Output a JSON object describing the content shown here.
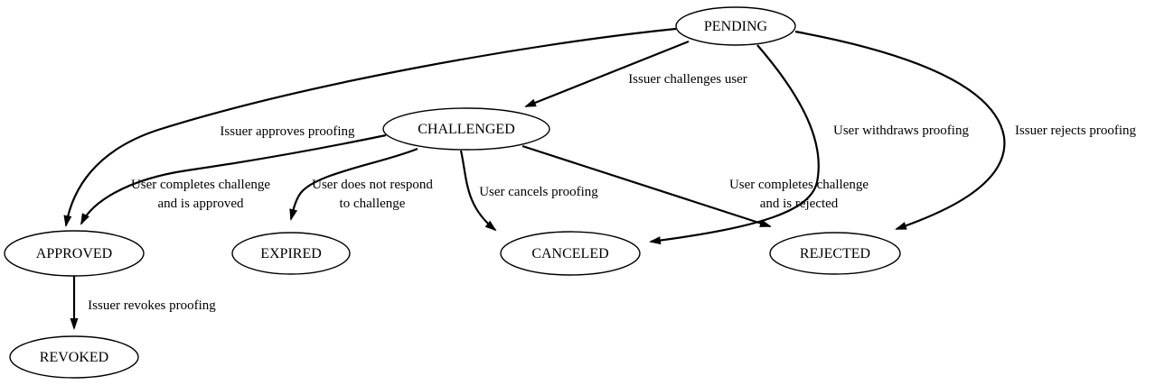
{
  "diagram": {
    "type": "state-machine",
    "background_color": "#ffffff",
    "line_color": "#000000",
    "text_color": "#000000",
    "nodes": [
      {
        "id": "pending",
        "label": "PENDING"
      },
      {
        "id": "challenged",
        "label": "CHALLENGED"
      },
      {
        "id": "approved",
        "label": "APPROVED"
      },
      {
        "id": "expired",
        "label": "EXPIRED"
      },
      {
        "id": "canceled",
        "label": "CANCELED"
      },
      {
        "id": "rejected",
        "label": "REJECTED"
      },
      {
        "id": "revoked",
        "label": "REVOKED"
      }
    ],
    "edges": [
      {
        "from": "PENDING",
        "to": "CHALLENGED",
        "label_lines": [
          "Issuer challenges user"
        ]
      },
      {
        "from": "PENDING",
        "to": "APPROVED",
        "label_lines": [
          "Issuer approves proofing"
        ]
      },
      {
        "from": "PENDING",
        "to": "CANCELED",
        "label_lines": [
          "User withdraws proofing"
        ]
      },
      {
        "from": "PENDING",
        "to": "REJECTED",
        "label_lines": [
          "Issuer rejects proofing"
        ]
      },
      {
        "from": "CHALLENGED",
        "to": "APPROVED",
        "label_lines": [
          "User completes challenge",
          "and is approved"
        ]
      },
      {
        "from": "CHALLENGED",
        "to": "EXPIRED",
        "label_lines": [
          "User does not respond",
          "to challenge"
        ]
      },
      {
        "from": "CHALLENGED",
        "to": "CANCELED",
        "label_lines": [
          "User cancels proofing"
        ]
      },
      {
        "from": "CHALLENGED",
        "to": "REJECTED",
        "label_lines": [
          "User completes challenge",
          "and is rejected"
        ]
      },
      {
        "from": "APPROVED",
        "to": "REVOKED",
        "label_lines": [
          "Issuer revokes proofing"
        ]
      }
    ]
  }
}
